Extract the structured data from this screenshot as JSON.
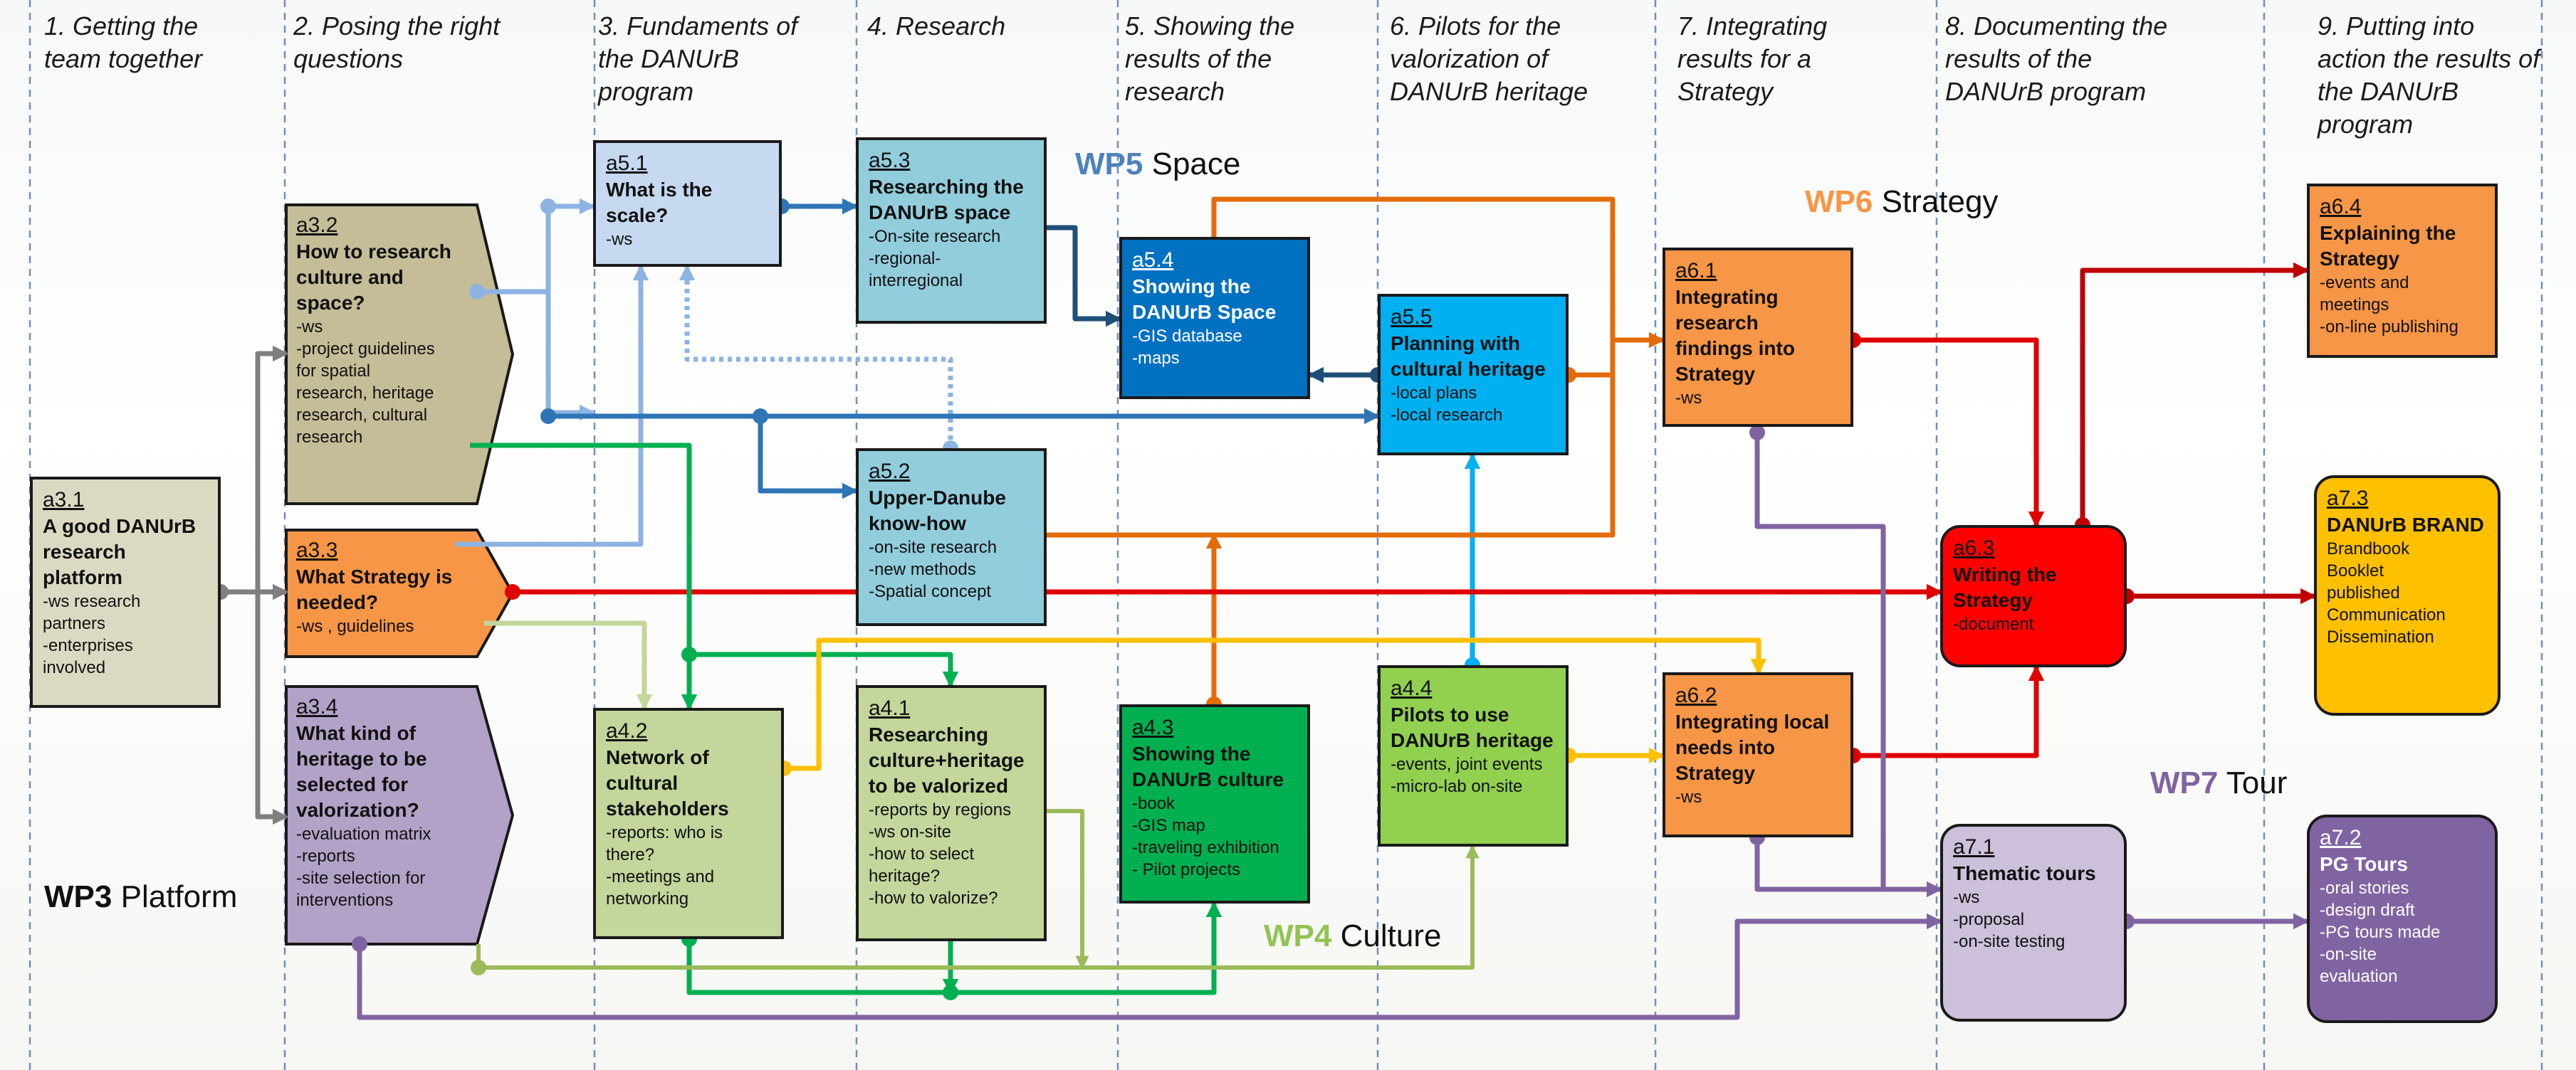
{
  "phases": [
    {
      "lines": [
        "1. Getting the",
        "team together"
      ]
    },
    {
      "lines": [
        "2. Posing the right",
        "questions"
      ]
    },
    {
      "lines": [
        "3. Fundaments of",
        "the DANUrB",
        "program"
      ]
    },
    {
      "lines": [
        "4. Research"
      ]
    },
    {
      "lines": [
        "5. Showing the",
        "results of the",
        "research"
      ]
    },
    {
      "lines": [
        "6. Pilots for the",
        "valorization of",
        "DANUrB heritage"
      ]
    },
    {
      "lines": [
        "7. Integrating",
        "results for a",
        "Strategy"
      ]
    },
    {
      "lines": [
        "8. Documenting the",
        "results of the",
        "DANUrB program"
      ]
    },
    {
      "lines": [
        "9. Putting into",
        "action the results of",
        "the DANUrB",
        "program"
      ]
    }
  ],
  "work_packages": [
    {
      "code": "WP3",
      "name": "Platform",
      "color": "#111111"
    },
    {
      "code": "WP4",
      "name": "Culture",
      "color": "#92c353"
    },
    {
      "code": "WP5",
      "name": "Space",
      "color": "#4f81bd"
    },
    {
      "code": "WP6",
      "name": "Strategy",
      "color": "#f79646"
    },
    {
      "code": "WP7",
      "name": "Tour",
      "color": "#8064a2"
    }
  ],
  "activities": {
    "a3_1": {
      "id": "a3.1",
      "title": "A good DANUrB research platform",
      "lines": [
        "-ws research",
        "partners",
        "-enterprises",
        "involved"
      ],
      "fill": "#dcd9c2"
    },
    "a3_2": {
      "id": "a3.2",
      "title": "How to research culture and space?",
      "lines": [
        "-ws",
        "-project guidelines",
        "for spatial",
        "research, heritage",
        "research, cultural",
        "research"
      ],
      "fill": "#c4bd97"
    },
    "a3_3": {
      "id": "a3.3",
      "title": "What Strategy is needed?",
      "lines": [
        "-ws , guidelines"
      ],
      "fill": "#f79646"
    },
    "a3_4": {
      "id": "a3.4",
      "title": "What kind of heritage to be selected for valorization?",
      "lines": [
        "-evaluation matrix",
        "-reports",
        "-site selection for",
        "interventions"
      ],
      "fill": "#b3a2c7"
    },
    "a5_1": {
      "id": "a5.1",
      "title": "What is the scale?",
      "lines": [
        "-ws"
      ],
      "fill": "#c6d9f0"
    },
    "a5_3": {
      "id": "a5.3",
      "title": "Researching the DANUrB space",
      "lines": [
        "-On-site research",
        "-regional-",
        "interregional"
      ],
      "fill": "#92cddc"
    },
    "a5_2": {
      "id": "a5.2",
      "title": "Upper-Danube know-how",
      "lines": [
        "-on-site research",
        "-new methods",
        "-Spatial concept"
      ],
      "fill": "#92cddc"
    },
    "a5_4": {
      "id": "a5.4",
      "title": "Showing the DANUrB Space",
      "lines": [
        "-GIS database",
        "-maps"
      ],
      "fill": "#0070c0"
    },
    "a5_5": {
      "id": "a5.5",
      "title": "Planning with cultural heritage",
      "lines": [
        "-local plans",
        "-local research"
      ],
      "fill": "#00b0f0"
    },
    "a4_2": {
      "id": "a4.2",
      "title": "Network of cultural stakeholders",
      "lines": [
        "-reports: who is",
        "there?",
        "-meetings and",
        "networking"
      ],
      "fill": "#c3d69b"
    },
    "a4_1": {
      "id": "a4.1",
      "title": "Researching culture+heritage to be valorized",
      "lines": [
        "-reports by regions",
        "-ws on-site",
        "-how to select",
        "heritage?",
        "-how to valorize?"
      ],
      "fill": "#c3d69b"
    },
    "a4_3": {
      "id": "a4.3",
      "title": "Showing the DANUrB culture",
      "lines": [
        "-book",
        "-GIS map",
        "-traveling exhibition",
        "- Pilot projects"
      ],
      "fill": "#00b050"
    },
    "a4_4": {
      "id": "a4.4",
      "title": "Pilots to use DANUrB heritage",
      "lines": [
        "-events, joint events",
        "-micro-lab on-site"
      ],
      "fill": "#92d050"
    },
    "a6_1": {
      "id": "a6.1",
      "title": "Integrating research findings into Strategy",
      "lines": [
        "-ws"
      ],
      "fill": "#f79646"
    },
    "a6_2": {
      "id": "a6.2",
      "title": "Integrating local needs into Strategy",
      "lines": [
        "-ws"
      ],
      "fill": "#f79646"
    },
    "a6_3": {
      "id": "a6.3",
      "title": "Writing the Strategy",
      "lines": [
        "-document"
      ],
      "fill": "#ff0000"
    },
    "a6_4": {
      "id": "a6.4",
      "title": "Explaining the Strategy",
      "lines": [
        "-events and",
        "meetings",
        "-on-line publishing"
      ],
      "fill": "#f79646"
    },
    "a7_3": {
      "id": "a7.3",
      "title": "DANUrB BRAND",
      "lines": [
        "Brandbook",
        "Booklet",
        "published",
        "Communication",
        "Dissemination"
      ],
      "fill": "#ffc000"
    },
    "a7_1": {
      "id": "a7.1",
      "title": "Thematic tours",
      "lines": [
        "-ws",
        "-proposal",
        "-on-site testing"
      ],
      "fill": "#ccc0da"
    },
    "a7_2": {
      "id": "a7.2",
      "title": "PG Tours",
      "lines": [
        "-oral stories",
        "-design draft",
        "-PG tours made",
        "-on-site",
        "evaluation"
      ],
      "fill": "#8064a2"
    }
  },
  "link_colors": {
    "platform": "#7f7f7f",
    "space_light": "#8db3e2",
    "space": "#2e75b6",
    "space_dark": "#1f4e79",
    "space_cyan": "#00b0f0",
    "culture": "#00b050",
    "culture_light": "#9bbb59",
    "culture_pale": "#c3d69b",
    "strategy": "#e36c09",
    "strategy_red": "#e00000",
    "strategy_dark": "#c00000",
    "gold": "#ffc000",
    "tour": "#8064a2"
  }
}
